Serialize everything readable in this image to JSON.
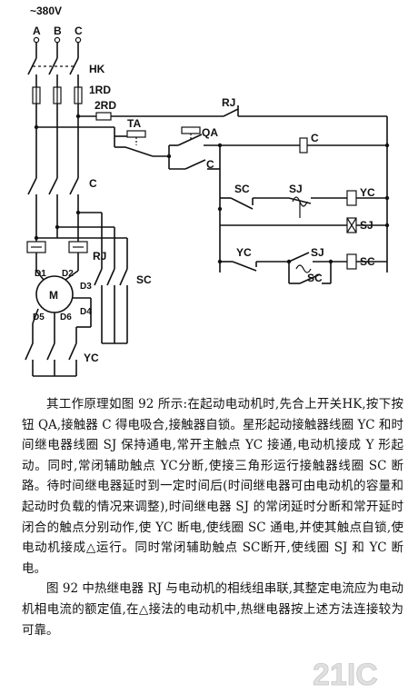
{
  "diagram": {
    "supply": "~380V",
    "phases": [
      "A",
      "B",
      "C"
    ],
    "labels": {
      "hk": "HK",
      "rd1": "1RD",
      "rd2": "2RD",
      "rj": "RJ",
      "ta": "TA",
      "qa": "QA",
      "c": "C",
      "sc": "SC",
      "sj": "SJ",
      "yc": "YC",
      "motor": "M",
      "terminals": [
        "D1",
        "D2",
        "D3",
        "D4",
        "D5",
        "D6"
      ]
    }
  },
  "text": {
    "p1": "其工作原理如图 92 所示:在起动电动机时,先合上开关HK,按下按钮 QA,接触器 C 得电吸合,接触器自锁。星形起动接触器线圈 YC 和时间继电器线圈 SJ 保持通电,常开主触点 YC 接通,电动机接成 Y 形起动。同时,常闭辅助触点 YC分断,使接三角形运行接触器线圈 SC 断路。待时间继电器延时到一定时间后(时间继电器可由电动机的容量和起动时负载的情况来调整),时间继电器 SJ 的常闭延时分断和常开延时闭合的触点分别动作,使 YC 断电,使线圈 SC 通电,并使其触点自锁,使电动机接成△运行。同时常闭辅助触点 SC断开,使线圈 SJ 和 YC 断电。",
    "p2": "图 92 中热继电器 RJ 与电动机的相线组串联,其整定电流应为电动机相电流的额定值,在△接法的电动机中,热继电器按上述方法连接较为可靠。"
  },
  "watermark": "21IC"
}
